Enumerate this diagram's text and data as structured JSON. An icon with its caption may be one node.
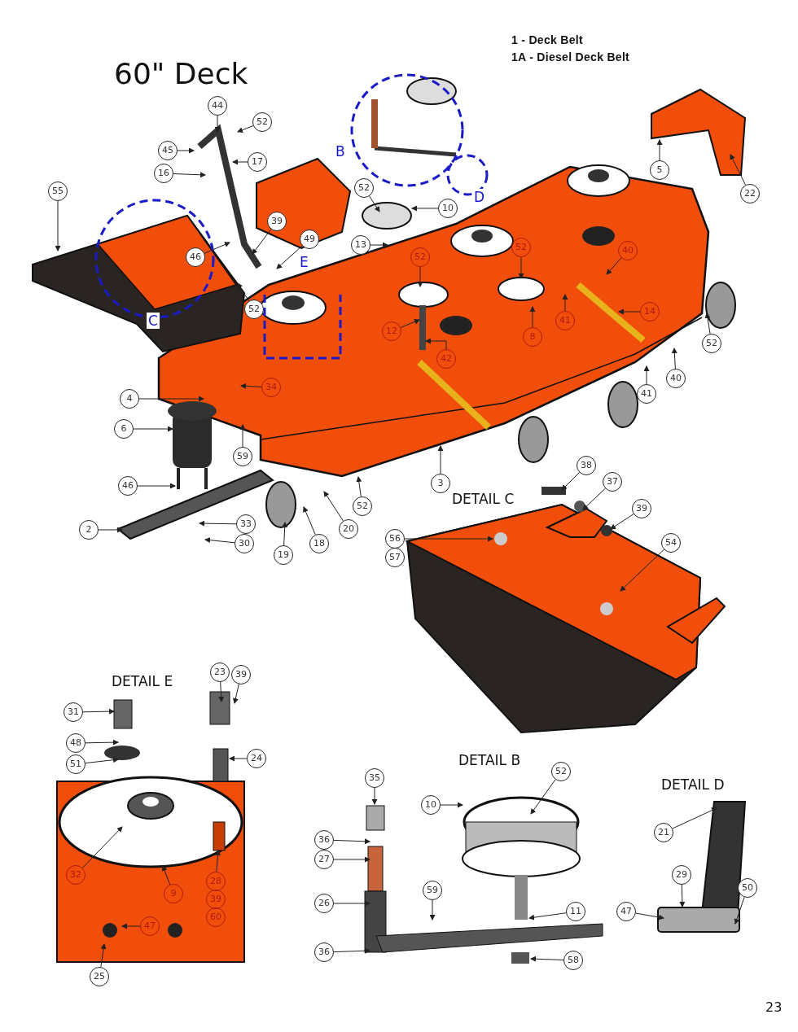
{
  "diagram": {
    "title": "60\" Deck",
    "nodes": [
      {
        "text": [
          "44"
        ]
      },
      {
        "text": [
          "52"
        ]
      },
      {
        "text": [
          "45"
        ]
      },
      {
        "text": [
          "17"
        ]
      },
      {
        "text": [
          "16"
        ]
      },
      {
        "text": [
          "55"
        ]
      },
      {
        "text": [
          "52"
        ]
      },
      {
        "text": [
          "10"
        ]
      },
      {
        "text": [
          "13"
        ]
      },
      {
        "text": [
          "39"
        ]
      },
      {
        "text": [
          "49"
        ]
      },
      {
        "text": [
          "46"
        ]
      },
      {
        "text": [
          "52"
        ]
      },
      {
        "text": [
          "5"
        ]
      },
      {
        "text": [
          "22"
        ]
      },
      {
        "text": [
          "52"
        ]
      },
      {
        "text": [
          "52"
        ]
      },
      {
        "text": [
          "40"
        ]
      },
      {
        "text": [
          "41"
        ]
      },
      {
        "text": [
          "14"
        ]
      },
      {
        "text": [
          "12"
        ]
      },
      {
        "text": [
          "42"
        ]
      },
      {
        "text": [
          "8"
        ]
      },
      {
        "text": [
          "52"
        ]
      },
      {
        "text": [
          "41"
        ]
      },
      {
        "text": [
          "40"
        ]
      },
      {
        "text": [
          "34"
        ]
      },
      {
        "text": [
          "4"
        ]
      },
      {
        "text": [
          "6"
        ]
      },
      {
        "text": [
          "59"
        ]
      },
      {
        "text": [
          "46"
        ]
      },
      {
        "text": [
          "2"
        ]
      },
      {
        "text": [
          "33"
        ]
      },
      {
        "text": [
          "30"
        ]
      },
      {
        "text": [
          "19"
        ]
      },
      {
        "text": [
          "18"
        ]
      },
      {
        "text": [
          "20"
        ]
      },
      {
        "text": [
          "52"
        ]
      },
      {
        "text": [
          "3"
        ]
      },
      {
        "text": [
          "38"
        ]
      },
      {
        "text": [
          "37"
        ]
      },
      {
        "text": [
          "39"
        ]
      },
      {
        "text": [
          "56"
        ]
      },
      {
        "text": [
          "57"
        ]
      },
      {
        "text": [
          "54"
        ]
      },
      {
        "text": [
          "23"
        ]
      },
      {
        "text": [
          "39"
        ]
      },
      {
        "text": [
          "31"
        ]
      },
      {
        "text": [
          "48"
        ]
      },
      {
        "text": [
          "51"
        ]
      },
      {
        "text": [
          "24"
        ]
      },
      {
        "text": [
          "32"
        ]
      },
      {
        "text": [
          "9"
        ]
      },
      {
        "text": [
          "28"
        ]
      },
      {
        "text": [
          "39"
        ]
      },
      {
        "text": [
          "60"
        ]
      },
      {
        "text": [
          "47"
        ]
      },
      {
        "text": [
          "25"
        ]
      },
      {
        "text": [
          "35"
        ]
      },
      {
        "text": [
          "52"
        ]
      },
      {
        "text": [
          "10"
        ]
      },
      {
        "text": [
          "36"
        ]
      },
      {
        "text": [
          "27"
        ]
      },
      {
        "text": [
          "26"
        ]
      },
      {
        "text": [
          "59"
        ]
      },
      {
        "text": [
          "11"
        ]
      },
      {
        "text": [
          "36"
        ]
      },
      {
        "text": [
          "58"
        ]
      },
      {
        "text": [
          "21"
        ]
      },
      {
        "text": [
          "29"
        ]
      },
      {
        "text": [
          "47"
        ]
      },
      {
        "text": [
          "50"
        ]
      }
    ],
    "edges": [
      {
        "from": 0,
        "to": null,
        "arrow": "to"
      },
      {
        "from": 1,
        "to": null,
        "arrow": "to"
      },
      {
        "from": 2,
        "to": null,
        "arrow": "to"
      },
      {
        "from": 3,
        "to": null,
        "arrow": "to"
      },
      {
        "from": 4,
        "to": null,
        "arrow": "to"
      },
      {
        "from": 5,
        "to": null,
        "arrow": "to"
      },
      {
        "from": 6,
        "to": null,
        "arrow": "to"
      },
      {
        "from": 7,
        "to": null,
        "arrow": "to"
      },
      {
        "from": 8,
        "to": null,
        "arrow": "to"
      },
      {
        "from": 9,
        "to": null,
        "arrow": "to"
      },
      {
        "from": 10,
        "to": null,
        "arrow": "to"
      },
      {
        "from": 11,
        "to": null,
        "arrow": "to"
      },
      {
        "from": 12,
        "to": null,
        "arrow": "to"
      },
      {
        "from": 13,
        "to": null,
        "arrow": "to"
      },
      {
        "from": 14,
        "to": null,
        "arrow": "to"
      },
      {
        "from": 15,
        "to": null,
        "arrow": "to"
      },
      {
        "from": 16,
        "to": null,
        "arrow": "to"
      },
      {
        "from": 17,
        "to": null,
        "arrow": "to"
      },
      {
        "from": 18,
        "to": null,
        "arrow": "to"
      },
      {
        "from": 19,
        "to": null,
        "arrow": "to"
      },
      {
        "from": 20,
        "to": null,
        "arrow": "to"
      },
      {
        "from": 21,
        "to": null,
        "arrow": "to"
      },
      {
        "from": 22,
        "to": null,
        "arrow": "to"
      },
      {
        "from": 23,
        "to": null,
        "arrow": "to"
      },
      {
        "from": 24,
        "to": null,
        "arrow": "to"
      },
      {
        "from": 25,
        "to": null,
        "arrow": "to"
      },
      {
        "from": 26,
        "to": null,
        "arrow": "to"
      },
      {
        "from": 27,
        "to": null,
        "arrow": "to"
      },
      {
        "from": 28,
        "to": null,
        "arrow": "to"
      },
      {
        "from": 29,
        "to": null,
        "arrow": "to"
      },
      {
        "from": 30,
        "to": null,
        "arrow": "to"
      },
      {
        "from": 31,
        "to": null,
        "arrow": "to"
      },
      {
        "from": 32,
        "to": null,
        "arrow": "to"
      },
      {
        "from": 33,
        "to": null,
        "arrow": "to"
      },
      {
        "from": 34,
        "to": null,
        "arrow": "to"
      },
      {
        "from": 35,
        "to": null,
        "arrow": "to"
      },
      {
        "from": 36,
        "to": null,
        "arrow": "to"
      },
      {
        "from": 37,
        "to": null,
        "arrow": "to"
      },
      {
        "from": 38,
        "to": null,
        "arrow": "to"
      },
      {
        "from": 39,
        "to": null,
        "arrow": "to"
      },
      {
        "from": 40,
        "to": null,
        "arrow": "to"
      },
      {
        "from": 41,
        "to": null,
        "arrow": "to"
      },
      {
        "from": 42,
        "to": null,
        "arrow": "to"
      },
      {
        "from": 44,
        "to": null,
        "arrow": "to"
      },
      {
        "from": 45,
        "to": null,
        "arrow": "to"
      },
      {
        "from": 46,
        "to": null,
        "arrow": "to"
      },
      {
        "from": 47,
        "to": null,
        "arrow": "to"
      },
      {
        "from": 48,
        "to": null,
        "arrow": "to"
      },
      {
        "from": 49,
        "to": null,
        "arrow": "to"
      },
      {
        "from": 50,
        "to": null,
        "arrow": "to"
      },
      {
        "from": 51,
        "to": null,
        "arrow": "to"
      },
      {
        "from": 52,
        "to": null,
        "arrow": "to"
      },
      {
        "from": 53,
        "to": null,
        "arrow": "to"
      },
      {
        "from": 56,
        "to": null,
        "arrow": "to"
      },
      {
        "from": 57,
        "to": null,
        "arrow": "to"
      },
      {
        "from": 58,
        "to": null,
        "arrow": "to"
      },
      {
        "from": 59,
        "to": null,
        "arrow": "to"
      },
      {
        "from": 60,
        "to": null,
        "arrow": "to"
      },
      {
        "from": 61,
        "to": null,
        "arrow": "to"
      },
      {
        "from": 62,
        "to": null,
        "arrow": "to"
      },
      {
        "from": 63,
        "to": null,
        "arrow": "to"
      },
      {
        "from": 64,
        "to": null,
        "arrow": "to"
      },
      {
        "from": 65,
        "to": null,
        "arrow": "to"
      },
      {
        "from": 66,
        "to": null,
        "arrow": "to"
      },
      {
        "from": 67,
        "to": null,
        "arrow": "to"
      },
      {
        "from": 68,
        "to": null,
        "arrow": "to"
      },
      {
        "from": 69,
        "to": null,
        "arrow": "to"
      },
      {
        "from": 70,
        "to": null,
        "arrow": "to"
      },
      {
        "from": 71,
        "to": null,
        "arrow": "to"
      }
    ],
    "labels": [
      "1 - Deck Belt",
      "1A - Diesel Deck Belt",
      "B",
      "D",
      "C",
      "E",
      "DETAIL  C",
      "DETAIL  E",
      "DETAIL  B",
      "DETAIL  D",
      "23"
    ]
  }
}
